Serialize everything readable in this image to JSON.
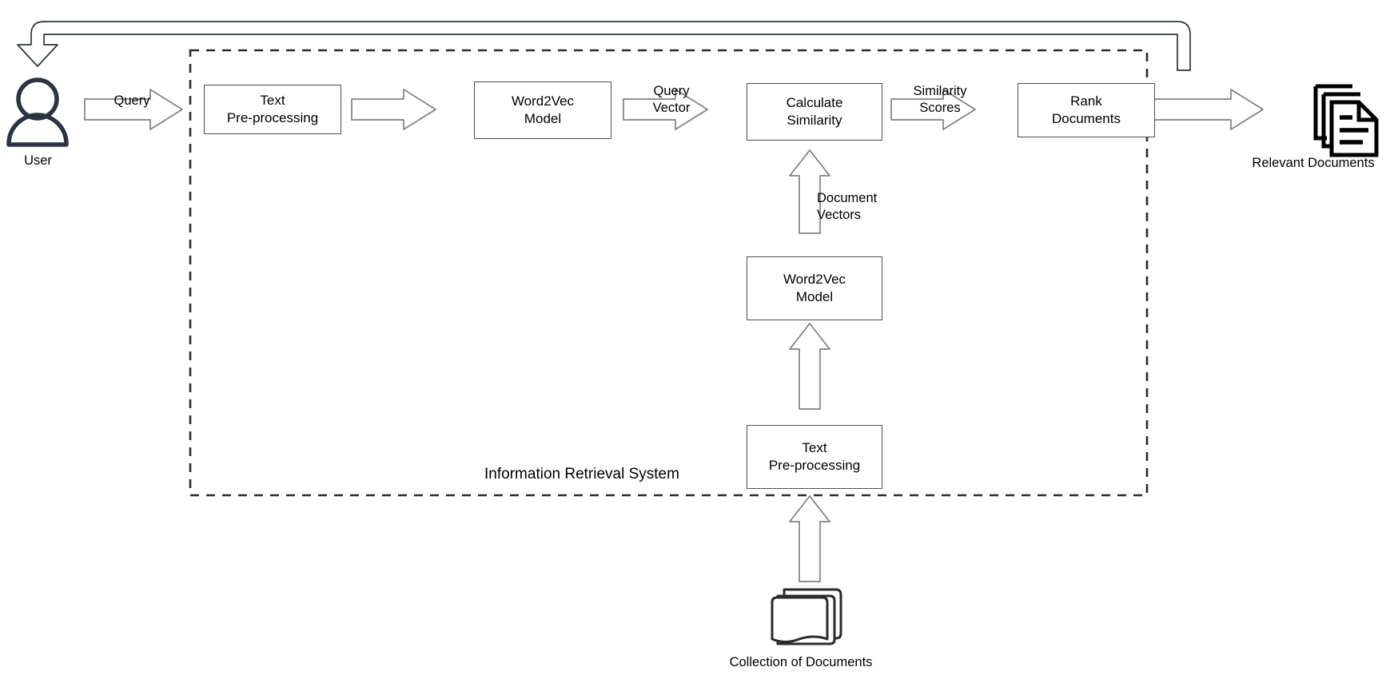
{
  "diagram": {
    "title": "Information Retrieval System",
    "system_boundary_label": "Information Retrieval System",
    "background_color": "#ffffff",
    "box_stroke_color": "#4d4d4d",
    "arrow_stroke_color": "#808080",
    "icon_stroke_color": "#2b3440",
    "boundary_style": "dashed"
  },
  "nodes": {
    "user": {
      "label": "User",
      "icon": "user-person-icon"
    },
    "text_preprocessing_query": {
      "label": "Text\nPre-processing"
    },
    "word2vec_query": {
      "label": "Word2Vec\nModel"
    },
    "calculate_similarity": {
      "label": "Calculate\nSimilarity"
    },
    "rank_documents": {
      "label": "Rank\nDocuments"
    },
    "relevant_documents": {
      "label": "Relevant Documents",
      "icon": "stacked-documents-icon"
    },
    "word2vec_docs": {
      "label": "Word2Vec\nModel"
    },
    "text_preprocessing_docs": {
      "label": "Text\nPre-processing"
    },
    "collection_of_documents": {
      "label": "Collection of Documents",
      "icon": "document-stack-icon"
    }
  },
  "edges": {
    "query": {
      "label": "Query",
      "from": "user",
      "to": "text_preprocessing_query"
    },
    "preproc_to_w2v": {
      "label": "",
      "from": "text_preprocessing_query",
      "to": "word2vec_query"
    },
    "query_vector": {
      "label": "Query\nVector",
      "from": "word2vec_query",
      "to": "calculate_similarity"
    },
    "similarity_scores": {
      "label": "Similarity\nScores",
      "from": "calculate_similarity",
      "to": "rank_documents"
    },
    "rank_to_relevant": {
      "label": "",
      "from": "rank_documents",
      "to": "relevant_documents"
    },
    "document_vectors": {
      "label": "Document\nVectors",
      "from": "word2vec_docs",
      "to": "calculate_similarity"
    },
    "docs_preproc_to_w2v": {
      "label": "",
      "from": "text_preprocessing_docs",
      "to": "word2vec_docs"
    },
    "collection_to_preproc": {
      "label": "",
      "from": "collection_of_documents",
      "to": "text_preprocessing_docs"
    },
    "feedback_loop": {
      "label": "",
      "from": "relevant_documents",
      "to": "user"
    }
  }
}
